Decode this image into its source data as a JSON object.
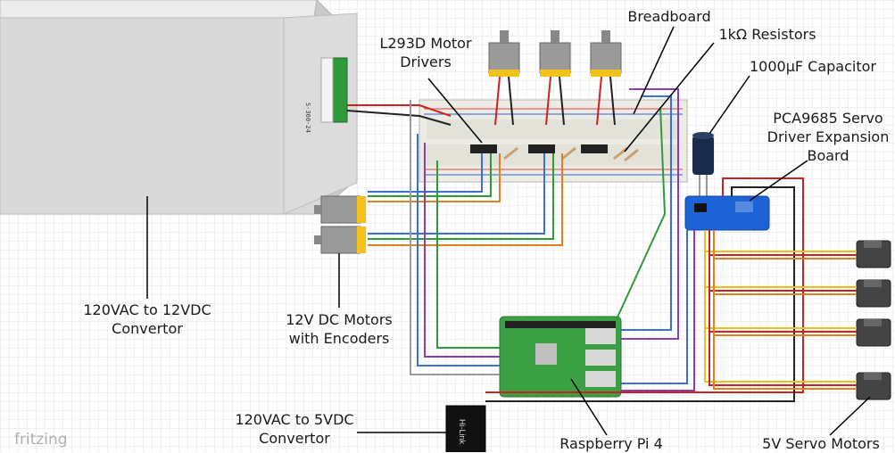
{
  "watermark": "fritzing",
  "labels": {
    "l293d": [
      "L293D Motor",
      "Drivers"
    ],
    "breadboard": "Breadboard",
    "resistors": "1kΩ Resistors",
    "capacitor": "1000µF Capacitor",
    "pca9685": [
      "PCA9685 Servo",
      "Driver Expansion",
      "Board"
    ],
    "converter_12v": [
      "120VAC to 12VDC",
      "Convertor"
    ],
    "dc_motors": [
      "12V DC Motors",
      "with Encoders"
    ],
    "converter_5v": [
      "120VAC to 5VDC",
      "Convertor"
    ],
    "raspberry_pi": "Raspberry Pi 4",
    "servo_motors": "5V Servo Motors"
  },
  "component_text": {
    "psu_model": "S-360-24",
    "hilink": "Hi-Link"
  },
  "colors": {
    "psu_front": "#d9d9d9",
    "psu_top": "#ececec",
    "psu_side": "#c9c9c9",
    "motor_body": "#9a9a9a",
    "motor_band": "#f2c21b",
    "breadboard": "#ecebe4",
    "pca_board": "#1e63d6",
    "pi_board": "#3aa043",
    "capacitor": "#1a2a4a",
    "wire_red": "#cc2222",
    "wire_black": "#222222",
    "wire_blue": "#3a6fd8",
    "wire_yellow": "#e8c21a",
    "wire_orange": "#e0801e",
    "wire_green": "#2f9a3a",
    "wire_purple": "#8a3fb0",
    "wire_grey": "#9a9a9a"
  }
}
